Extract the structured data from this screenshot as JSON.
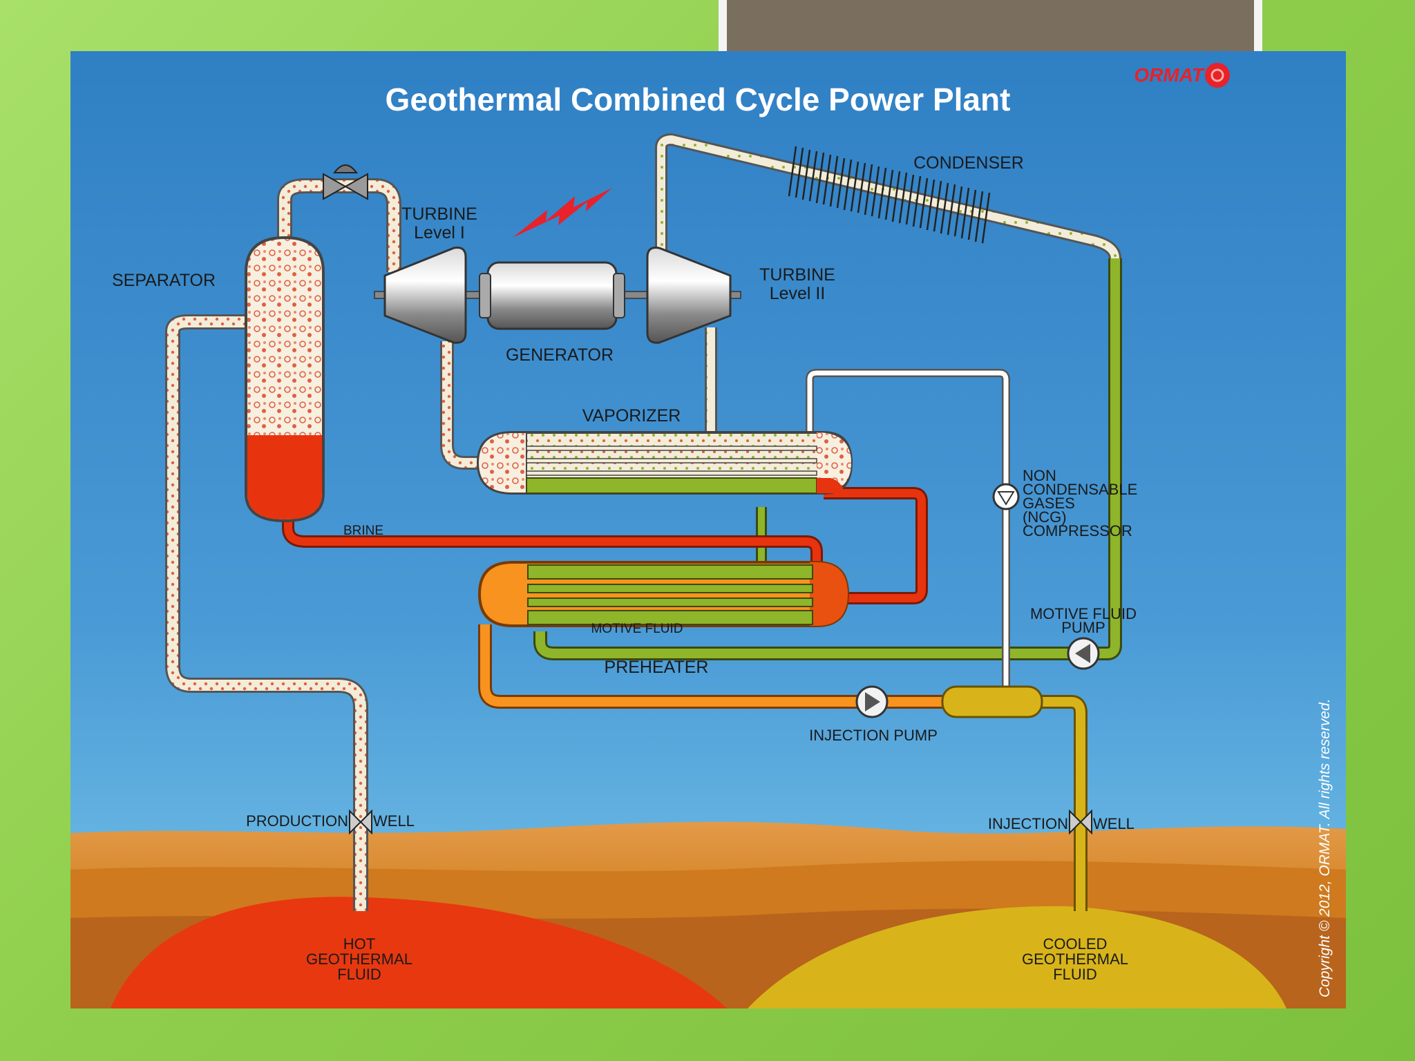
{
  "title": "Geothermal Combined Cycle Power Plant",
  "logo": "ORMAT",
  "copyright": "Copyright © 2012, ORMAT. All rights reserved.",
  "labels": {
    "separator": "SEPARATOR",
    "turbine1_line1": "TURBINE",
    "turbine1_line2": "Level I",
    "turbine2_line1": "TURBINE",
    "turbine2_line2": "Level II",
    "generator": "GENERATOR",
    "condenser": "CONDENSER",
    "vaporizer": "VAPORIZER",
    "brine": "BRINE",
    "preheater": "PREHEATER",
    "motive_fluid": "MOTIVE FLUID",
    "ncg_line1": "NON",
    "ncg_line2": "CONDENSABLE",
    "ncg_line3": "GASES",
    "ncg_line4": "(NCG)",
    "ncg_line5": "COMPRESSOR",
    "motive_pump_line1": "MOTIVE FLUID",
    "motive_pump_line2": "PUMP",
    "injection_pump": "INJECTION  PUMP",
    "production_left": "PRODUCTION",
    "production_right": "WELL",
    "injection_left": "INJECTION",
    "injection_right": "WELL",
    "hot_line1": "HOT",
    "hot_line2": "GEOTHERMAL",
    "hot_line3": "FLUID",
    "cooled_line1": "COOLED",
    "cooled_line2": "GEOTHERMAL",
    "cooled_line3": "FLUID"
  },
  "colors": {
    "sky_top": "#2f7fc4",
    "sky_bottom": "#6fc0e8",
    "brine": "#e8330f",
    "preheat": "#f7931e",
    "motive_fluid": "#8fb52a",
    "cooled": "#d8b41a",
    "steam": "#f3ecd8",
    "ground": "#d98a2e",
    "logo": "#e8212a"
  }
}
